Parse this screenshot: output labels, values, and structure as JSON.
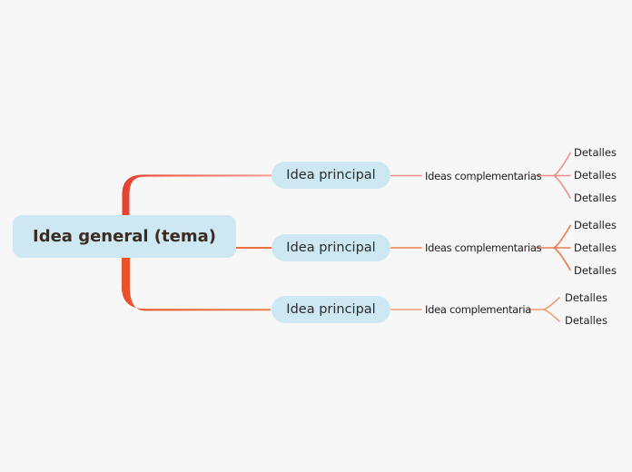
{
  "diagram": {
    "type": "mindmap",
    "root": {
      "label": "Idea general (tema)"
    },
    "branches": [
      {
        "main": "Idea principal",
        "sub": "Ideas complementarias",
        "details": [
          "Detalles",
          "Detalles",
          "Detalles"
        ]
      },
      {
        "main": "Idea principal",
        "sub": "Ideas complementarias",
        "details": [
          "Detalles",
          "Detalles",
          "Detalles"
        ]
      },
      {
        "main": "Idea principal",
        "sub": "Idea complementaria",
        "details": [
          "Detalles",
          "Detalles"
        ]
      }
    ],
    "colors": {
      "background": "#f7f7f7",
      "node_fill": "#cde8f3",
      "root_text": "#3d2b20",
      "node_text": "#2a2a2a",
      "label_text": "#1e1e1e",
      "trunk_top_start": "#e7402f",
      "trunk_top_end": "#f49e92",
      "trunk_bottom_start": "#e8512b",
      "trunk_bottom_end": "#ec8346",
      "middle_line": "#e8713c",
      "branch1_lines": "#f0908a",
      "branch2_lines": "#ec7b4d",
      "branch3_lines": "#ef9e76"
    }
  }
}
